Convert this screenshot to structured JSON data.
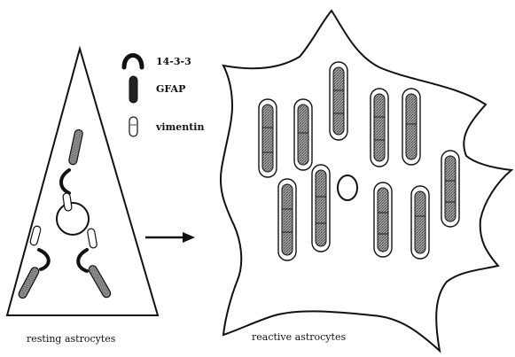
{
  "legend": {
    "items": [
      {
        "label": "14-3-3",
        "icon": "hook-icon"
      },
      {
        "label": "GFAP",
        "icon": "dark-capsule-icon"
      },
      {
        "label": "vimentin",
        "icon": "light-capsule-icon"
      }
    ]
  },
  "captions": {
    "resting": "resting astrocytes",
    "reactive": "reactive astrocytes"
  },
  "colors": {
    "ink": "#111111",
    "gfap_fill": "#8a8a8a",
    "vimentin_fill": "#ffffff"
  }
}
